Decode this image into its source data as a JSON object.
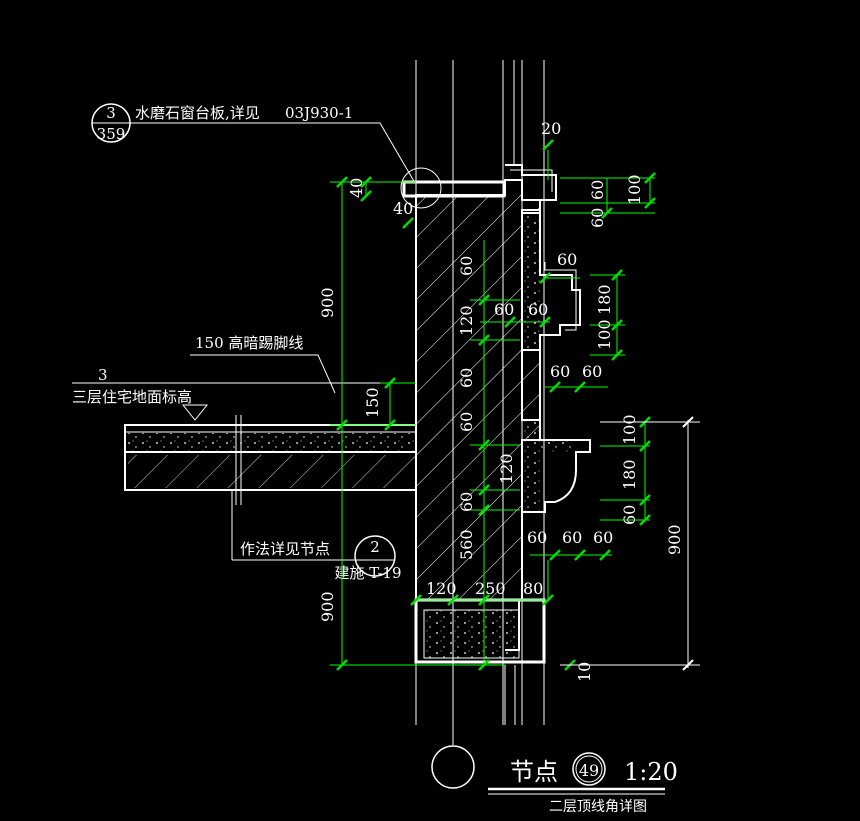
{
  "colors": {
    "background": "#000000",
    "lines": "#ffffff",
    "dimension": "#00ff00",
    "tick": "#00cc00"
  },
  "callout_window": {
    "bubble_top": "3",
    "bubble_bottom": "359",
    "text": "水磨石窗台板,详见",
    "ref": "03J930-1"
  },
  "callout_skirting": {
    "text": "150 高暗踢脚线"
  },
  "callout_floor": {
    "number": "3",
    "text": "三层住宅地面标高"
  },
  "callout_method": {
    "text": "作法详见节点",
    "bubble_top": "2",
    "bubble_bottom": "建施 T-19"
  },
  "dims": {
    "d20": "20",
    "d40a": "40",
    "d40b": "40",
    "d60a": "60",
    "d60b": "60",
    "d100a": "100",
    "d60c": "60",
    "d60d": "60",
    "d60e": "60",
    "d180a": "180",
    "d100b": "100",
    "d60f": "60",
    "d60g": "60",
    "d100c": "100",
    "d180b": "180",
    "d60h": "60",
    "d900r": "900",
    "d60i": "60",
    "d60j": "60",
    "d60k": "60",
    "d10": "10",
    "d900a": "900",
    "d900b": "900",
    "d150": "150",
    "d60v1": "60",
    "d120v1": "120",
    "d60v2": "60",
    "d60v3": "60",
    "d120v2": "120",
    "d60v4": "60",
    "d560": "560",
    "d120b": "120",
    "d250": "250",
    "d80": "80"
  },
  "title_block": {
    "label": "节点",
    "number": "49",
    "scale": "1:20",
    "subtitle": "二层顶线角详图"
  }
}
